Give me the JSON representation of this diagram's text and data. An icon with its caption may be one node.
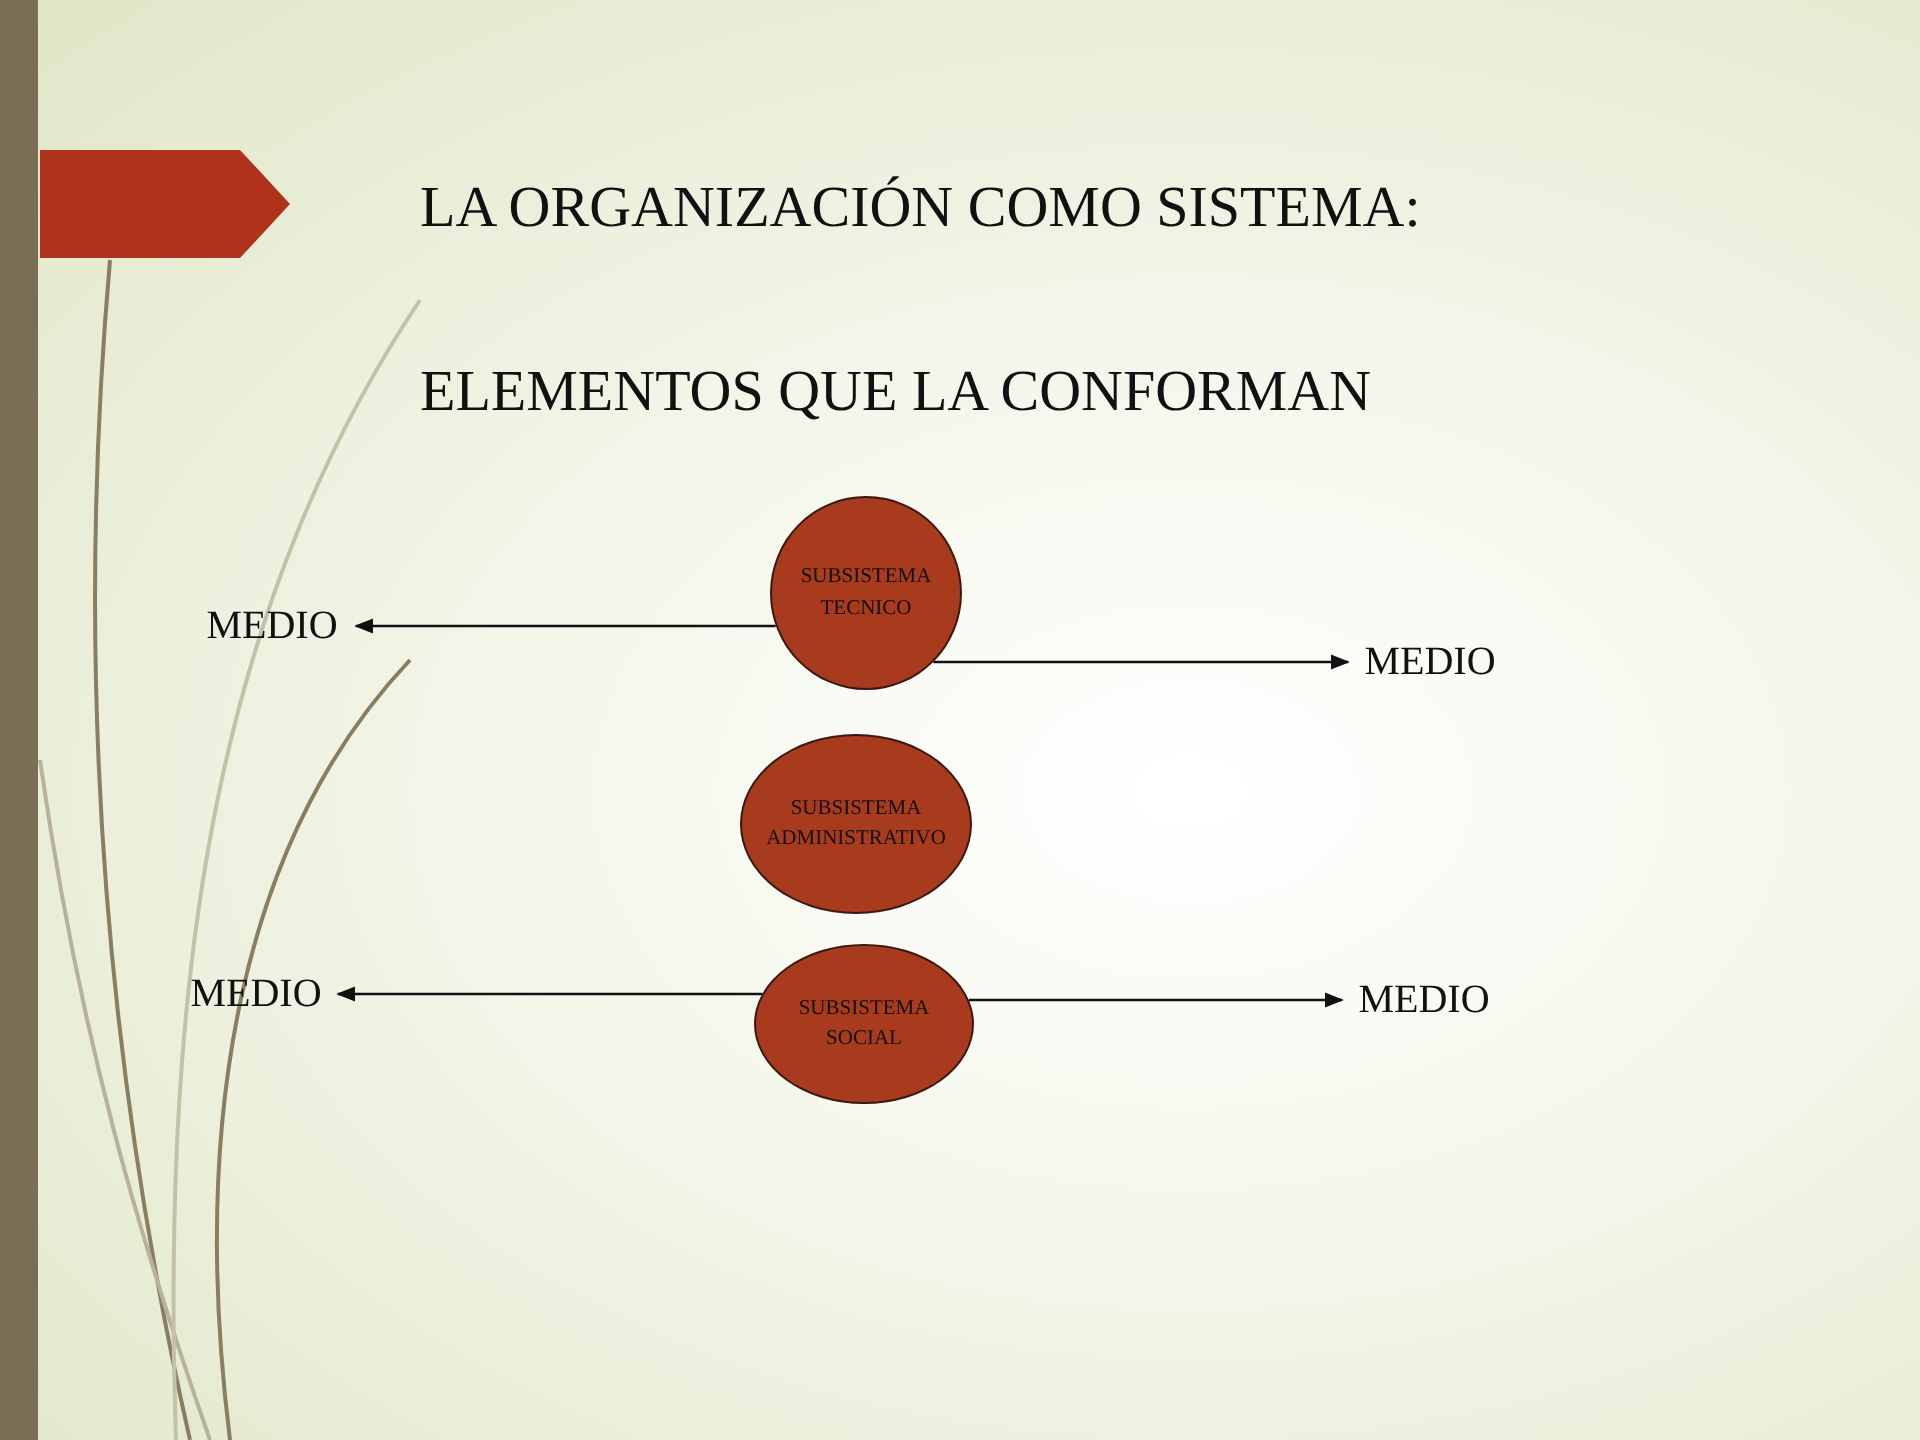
{
  "diagram": {
    "title": "LA ORGANIZACIÓN COMO SISTEMA:",
    "nodes": [
      {
        "text": [
          "SUBSISTEMA TECNICO"
        ]
      },
      {
        "text": [
          "SUBSISTEMA ADMINISTRATIVO"
        ]
      },
      {
        "text": [
          "SUBSISTEMA SOCIAL"
        ]
      },
      {
        "text": [
          "MEDIO"
        ]
      },
      {
        "text": [
          "MEDIO"
        ]
      },
      {
        "text": [
          "MEDIO"
        ]
      },
      {
        "text": [
          "MEDIO"
        ]
      }
    ],
    "edges": [
      {
        "from": 0,
        "to": 3,
        "arrow": "to"
      },
      {
        "from": 0,
        "to": 4,
        "arrow": "to"
      },
      {
        "from": 2,
        "to": 5,
        "arrow": "to"
      },
      {
        "from": 2,
        "to": 6,
        "arrow": "to"
      }
    ],
    "labels": [
      "ELEMENTOS QUE LA CONFORMAN"
    ]
  }
}
